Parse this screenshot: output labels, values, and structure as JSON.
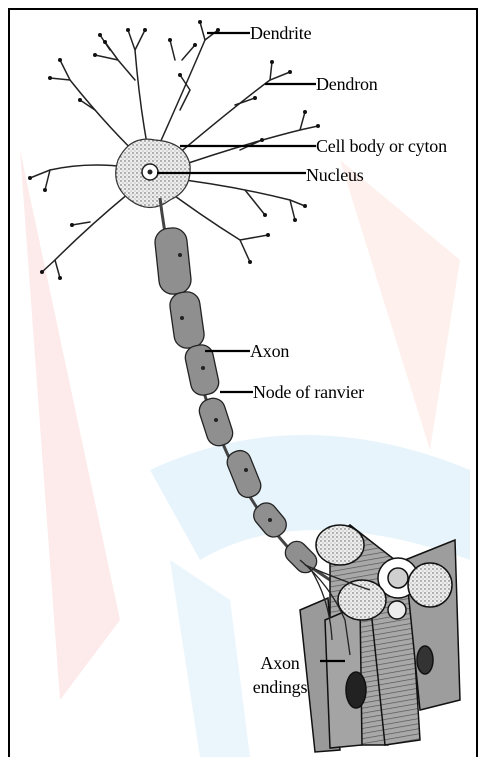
{
  "labels": {
    "dendrite": "Dendrite",
    "dendron": "Dendron",
    "cell_body": "Cell body or cyton",
    "nucleus": "Nucleus",
    "axon": "Axon",
    "node_of_ranvier": "Node of ranvier",
    "axon_endings_line1": "Axon",
    "axon_endings_line2": "endings"
  },
  "colors": {
    "ink": "#000000",
    "sheath_fill": "#8f8f8f",
    "cell_fill": "#eeeeee",
    "muscle_fill": "#9a9a9a",
    "watermark_red": "#fde6e6",
    "watermark_blue": "#e6f2fb"
  }
}
